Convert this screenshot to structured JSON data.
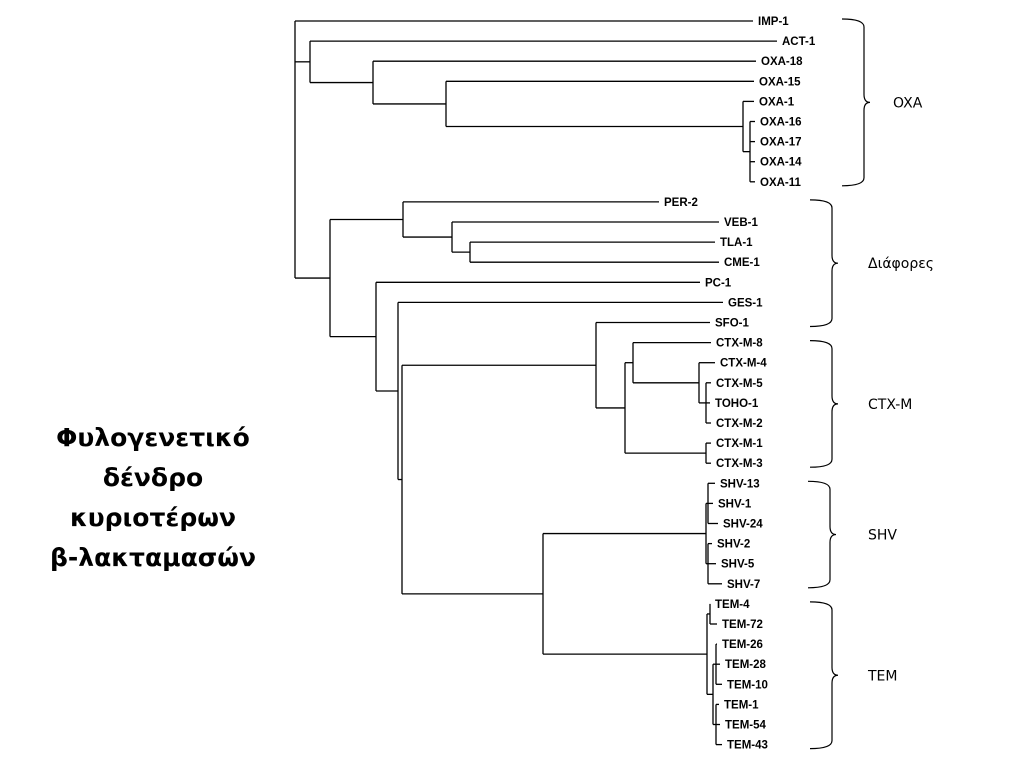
{
  "title_lines": [
    "Φυλογενετικό",
    "δένδρο",
    "κυριοτέρων",
    "β-λακταμασών"
  ],
  "leaves": [
    "IMP-1",
    "ACT-1",
    "OXA-18",
    "OXA-15",
    "OXA-1",
    "OXA-16",
    "OXA-17",
    "OXA-14",
    "OXA-11",
    "PER-2",
    "VEB-1",
    "TLA-1",
    "CME-1",
    "PC-1",
    "GES-1",
    "SFO-1",
    "CTX-M-8",
    "CTX-M-4",
    "CTX-M-5",
    "TOHO-1",
    "CTX-M-2",
    "CTX-M-1",
    "CTX-M-3",
    "SHV-13",
    "SHV-1",
    "SHV-24",
    "SHV-2",
    "SHV-5",
    "SHV-7",
    "TEM-4",
    "TEM-72",
    "TEM-26",
    "TEM-28",
    "TEM-10",
    "TEM-1",
    "TEM-54",
    "TEM-43"
  ],
  "groups": [
    {
      "label": "OXA",
      "first_leaf": "IMP-1",
      "last_leaf": "OXA-11"
    },
    {
      "label": "Διάφορες",
      "first_leaf": "PER-2",
      "last_leaf": "SFO-1"
    },
    {
      "label": "CTX-M",
      "first_leaf": "CTX-M-8",
      "last_leaf": "CTX-M-3"
    },
    {
      "label": "SHV",
      "first_leaf": "SHV-13",
      "last_leaf": "SHV-7"
    },
    {
      "label": "TEM",
      "first_leaf": "TEM-4",
      "last_leaf": "TEM-43"
    }
  ]
}
